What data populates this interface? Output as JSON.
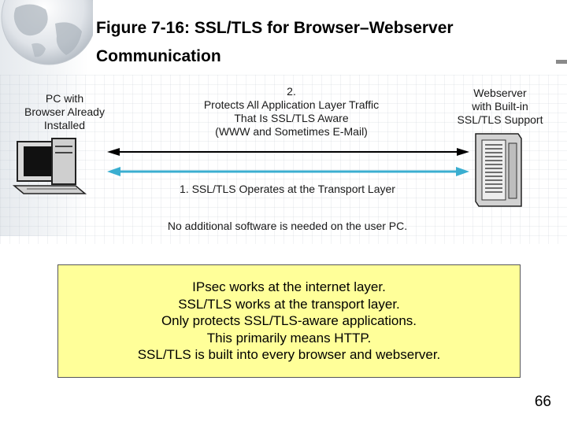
{
  "slide": {
    "title": "Figure 7-16: SSL/TLS for Browser–Webserver\nCommunication",
    "pc_label": "PC with\nBrowser Already\nInstalled",
    "server_label": "Webserver\nwith Built-in\nSSL/TLS Support",
    "arrow2_label": "2.\nProtects All Application Layer Traffic\nThat Is SSL/TLS Aware\n(WWW and Sometimes E-Mail)",
    "arrow1_label": "1. SSL/TLS Operates at the Transport Layer",
    "note": "No additional software is needed on the user PC.",
    "callout_lines": [
      "IPsec works at the internet layer.",
      "SSL/TLS works at the transport layer.",
      "Only protects SSL/TLS-aware applications.",
      "This primarily means HTTP.",
      "SSL/TLS is built into every browser and webserver."
    ],
    "page_number": "66"
  },
  "colors": {
    "application_arrow": "#000000",
    "transport_arrow": "#3aaed0",
    "callout_fill": "#ffff99"
  },
  "icons": [
    "globe-icon",
    "pc-icon",
    "server-icon"
  ]
}
